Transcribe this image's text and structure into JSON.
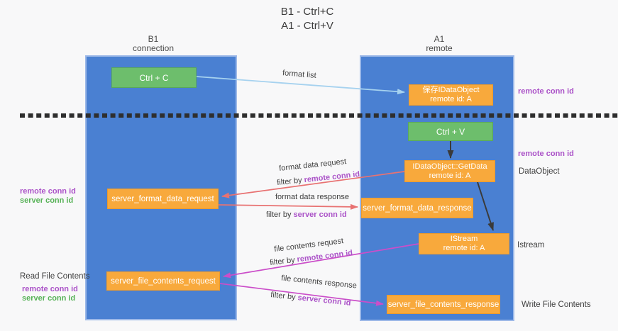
{
  "title": {
    "line1": "B1 - Ctrl+C",
    "line2": "A1 - Ctrl+V"
  },
  "lifelines": {
    "left": {
      "name": "B1",
      "role": "connection"
    },
    "right": {
      "name": "A1",
      "role": "remote"
    }
  },
  "nodes": {
    "ctrl_c": {
      "label": "Ctrl + C"
    },
    "ctrl_v": {
      "label": "Ctrl + V"
    },
    "save_idataobject": {
      "line1": "保存IDataObject",
      "line2": "remote id: A"
    },
    "getdata": {
      "line1": "IDataObject::GetData",
      "line2": "remote id: A"
    },
    "istream": {
      "line1": "IStream",
      "line2": "remote id: A"
    },
    "server_format_data_request": {
      "label": "server_format_data_request"
    },
    "server_format_data_response": {
      "label": "server_format_data_response"
    },
    "server_file_contents_request": {
      "label": "server_file_contents_request"
    },
    "server_file_contents_response": {
      "label": "server_file_contents_response"
    }
  },
  "edge_labels": {
    "format_list": "format list",
    "format_request": "format data request",
    "format_request_filter": {
      "prefix": "filter by ",
      "id": "remote conn id"
    },
    "format_response": "format data response",
    "format_response_filter": {
      "prefix": "filter by ",
      "id": "server conn id"
    },
    "file_request": "file contents request",
    "file_request_filter": {
      "prefix": "filter by ",
      "id": "remote conn id"
    },
    "file_response": "file contents response",
    "file_response_filter": {
      "prefix": "filter by ",
      "id": "server conn id"
    }
  },
  "annotations": {
    "remote_conn_id_top": "remote conn id",
    "remote_conn_id_mid": "remote conn id",
    "dataobject": "DataObject",
    "istream": "Istream",
    "write_file_contents": "Write File Contents",
    "read_file_contents": "Read File Contents",
    "left_top": {
      "remote": "remote conn id",
      "server": "server conn id"
    },
    "left_bottom": {
      "remote": "remote conn id",
      "server": "server conn id"
    }
  },
  "colors": {
    "lifeline_blue": "#4a80d2",
    "node_orange": "#f8a93c",
    "node_green": "#6dbe6c",
    "remote_conn_purple": "#ab53c8",
    "server_conn_green": "#57b257",
    "arrow_red": "#e87272",
    "arrow_magenta": "#cb4ec9",
    "arrow_lightblue": "#a6d2ef",
    "arrow_black": "#3a3a3a",
    "dashed_line": "#2e2e2e"
  }
}
